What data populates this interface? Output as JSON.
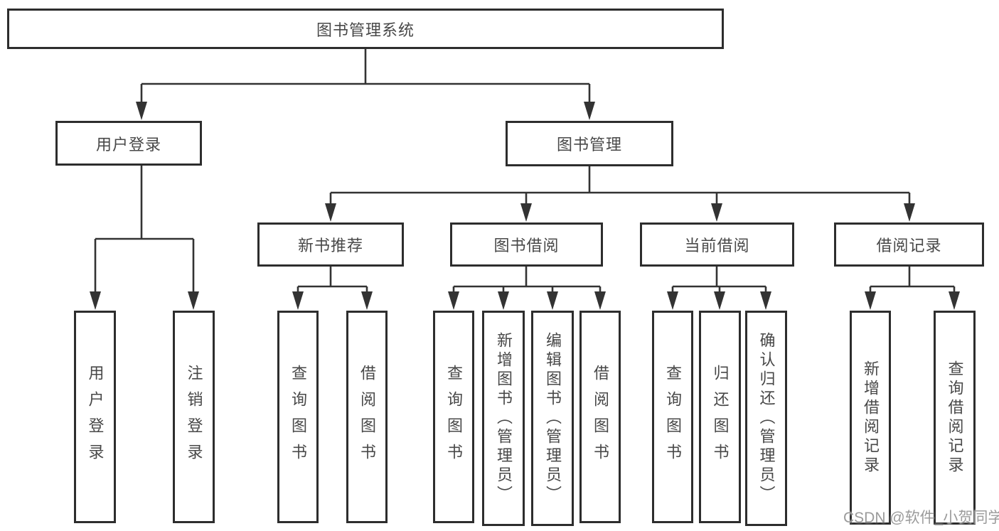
{
  "tree": {
    "label": "图书管理系统",
    "children": [
      {
        "label": "用户登录",
        "children": [
          {
            "label": "用户登录"
          },
          {
            "label": "注销登录"
          }
        ]
      },
      {
        "label": "图书管理",
        "children": [
          {
            "label": "新书推荐",
            "children": [
              {
                "label": "查询图书"
              },
              {
                "label": "借阅图书"
              }
            ]
          },
          {
            "label": "图书借阅",
            "children": [
              {
                "label": "查询图书"
              },
              {
                "label": "新增图书（管理员）"
              },
              {
                "label": "编辑图书（管理员）"
              },
              {
                "label": "借阅图书"
              }
            ]
          },
          {
            "label": "当前借阅",
            "children": [
              {
                "label": "查询图书"
              },
              {
                "label": "归还图书"
              },
              {
                "label": "确认归还（管理员）"
              }
            ]
          },
          {
            "label": "借阅记录",
            "children": [
              {
                "label": "新增借阅记录"
              },
              {
                "label": "查询借阅记录"
              }
            ]
          }
        ]
      }
    ]
  },
  "watermark": "CSDN @软件_小贺同学",
  "colors": {
    "line": "#333333",
    "box_border": "#2d2d2d",
    "text": "#484848",
    "watermark": "#9b9b9b",
    "background": "#ffffff"
  }
}
